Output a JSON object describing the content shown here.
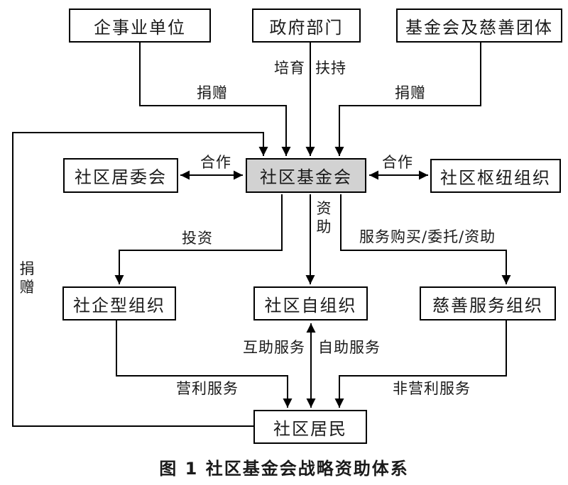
{
  "diagram": {
    "caption": "图 1  社区基金会战略资助体系",
    "nodes": {
      "enterprise": {
        "label": "企事业单位"
      },
      "government": {
        "label": "政府部门"
      },
      "foundation_charity": {
        "label": "基金会及慈善团体"
      },
      "residents_committee": {
        "label": "社区居委会"
      },
      "community_foundation": {
        "label": "社区基金会"
      },
      "hub_org": {
        "label": "社区枢纽组织"
      },
      "social_enterprise": {
        "label": "社企型组织"
      },
      "self_org": {
        "label": "社区自组织"
      },
      "charity_service": {
        "label": "慈善服务组织"
      },
      "residents": {
        "label": "社区居民"
      }
    },
    "edges": {
      "cultivate": "培育",
      "support": "扶持",
      "donate_left": "捐赠",
      "donate_right": "捐赠",
      "donate_residents": "捐赠",
      "coop_left": "合作",
      "coop_right": "合作",
      "fund": "资助",
      "invest": "投资",
      "service_purchase": "服务购买/委托/资助",
      "mutual_service": "互助服务",
      "self_service": "自助服务",
      "profit_service": "营利服务",
      "nonprofit_service": "非营利服务"
    },
    "colors": {
      "line": "#000000",
      "box_border": "#000000",
      "box_fill": "#ffffff",
      "center_box_fill": "#d2d2d2",
      "background": "#ffffff",
      "text": "#1a1a1a"
    }
  }
}
